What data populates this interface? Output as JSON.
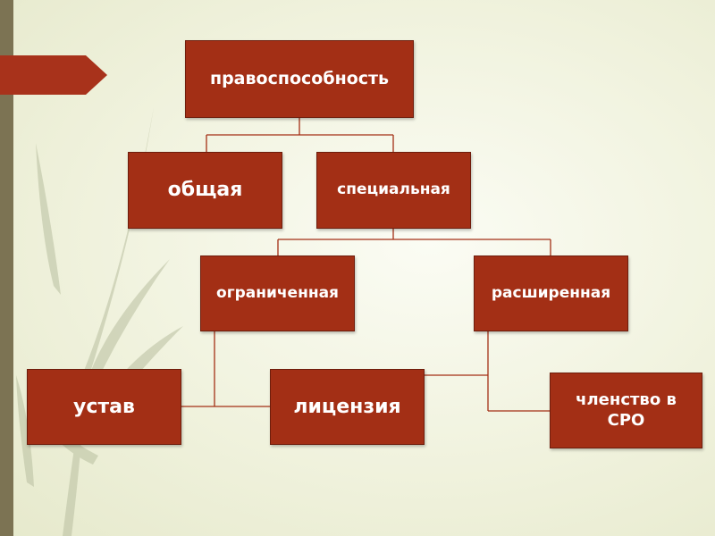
{
  "diagram": {
    "nodes": {
      "root": "правоспособность",
      "general": "общая",
      "special": "специальная",
      "limited": "ограниченная",
      "extended": "расширенная",
      "charter": "устав",
      "license": "лицензия",
      "membership": "членство в СРО"
    }
  },
  "colors": {
    "box_fill": "#a32f15",
    "box_text": "#ffffff",
    "connector": "#a32f15",
    "left_bar": "#7c7353"
  }
}
